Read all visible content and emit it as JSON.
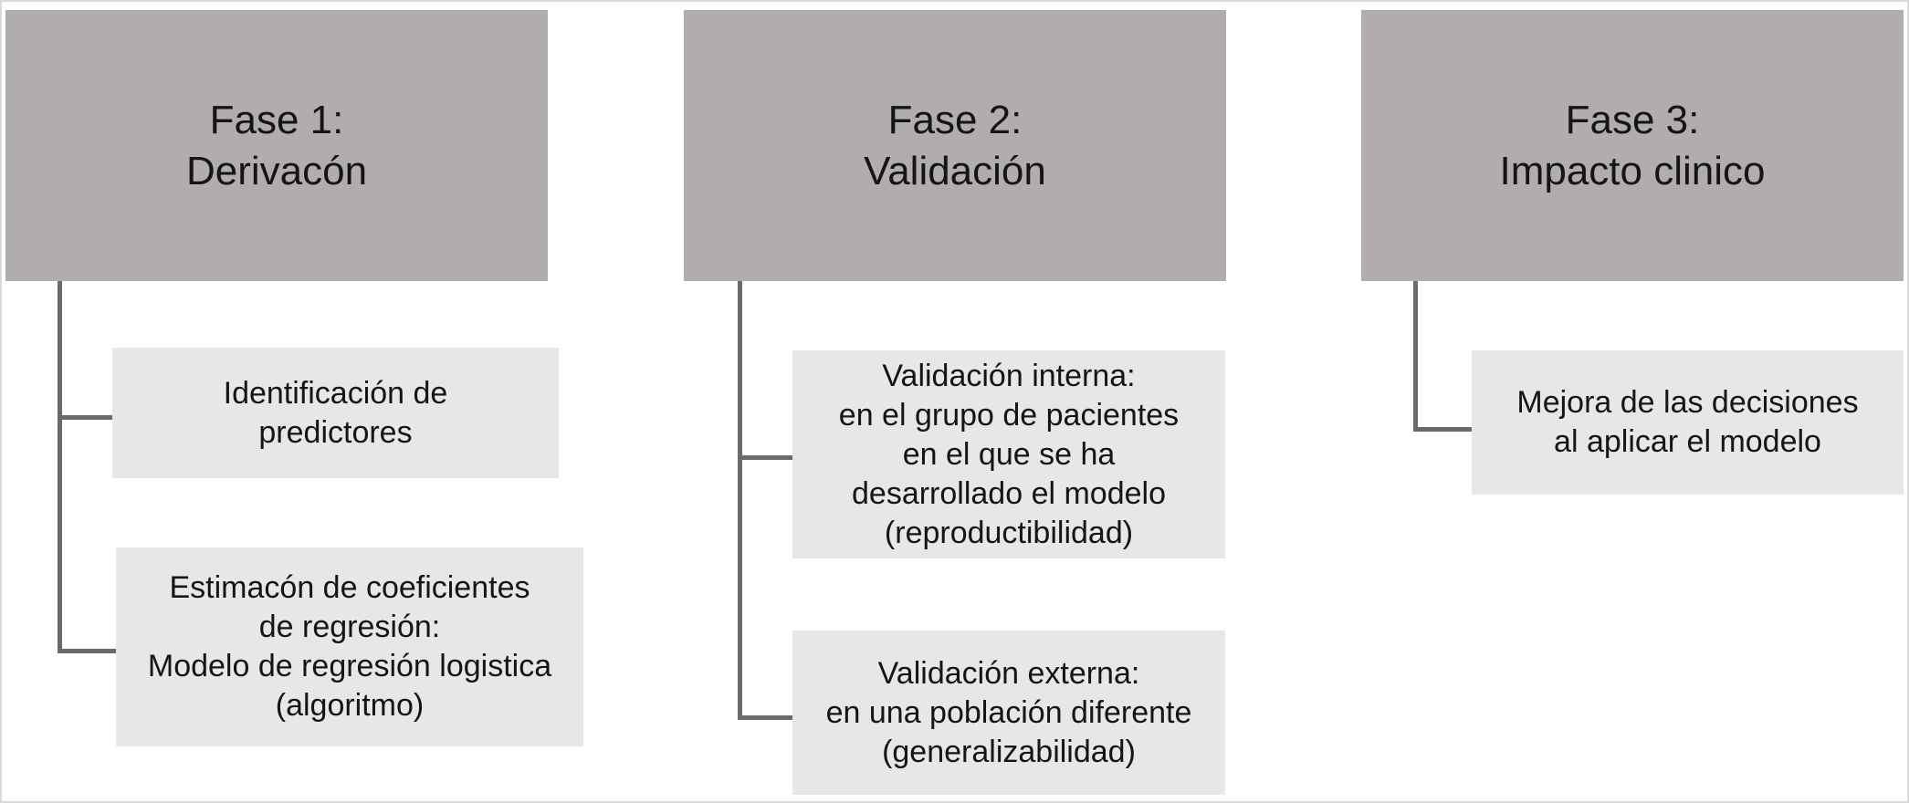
{
  "phases": [
    {
      "title_line1": "Fase 1:",
      "title_line2": "Derivacón",
      "items": [
        {
          "lines": [
            "Identificación de",
            "predictores"
          ]
        },
        {
          "lines": [
            "Estimacón de coeficientes",
            "de regresión:",
            "Modelo de regresión logistica",
            "(algoritmo)"
          ]
        }
      ]
    },
    {
      "title_line1": "Fase 2:",
      "title_line2": "Validación",
      "items": [
        {
          "lines": [
            "Validación interna:",
            "en el grupo de pacientes",
            "en el que se ha",
            "desarrollado el modelo",
            "(reproductibilidad)"
          ]
        },
        {
          "lines": [
            "Validación externa:",
            "en una población diferente",
            "(generalizabilidad)"
          ]
        }
      ]
    },
    {
      "title_line1": "Fase 3:",
      "title_line2": "Impacto clinico",
      "items": [
        {
          "lines": [
            "Mejora de las decisiones",
            "al aplicar el modelo"
          ]
        }
      ]
    }
  ],
  "colors": {
    "phase_fill": "#b1adac",
    "item_fill": "#e8e6e6",
    "connector": "#6a6a6a"
  }
}
